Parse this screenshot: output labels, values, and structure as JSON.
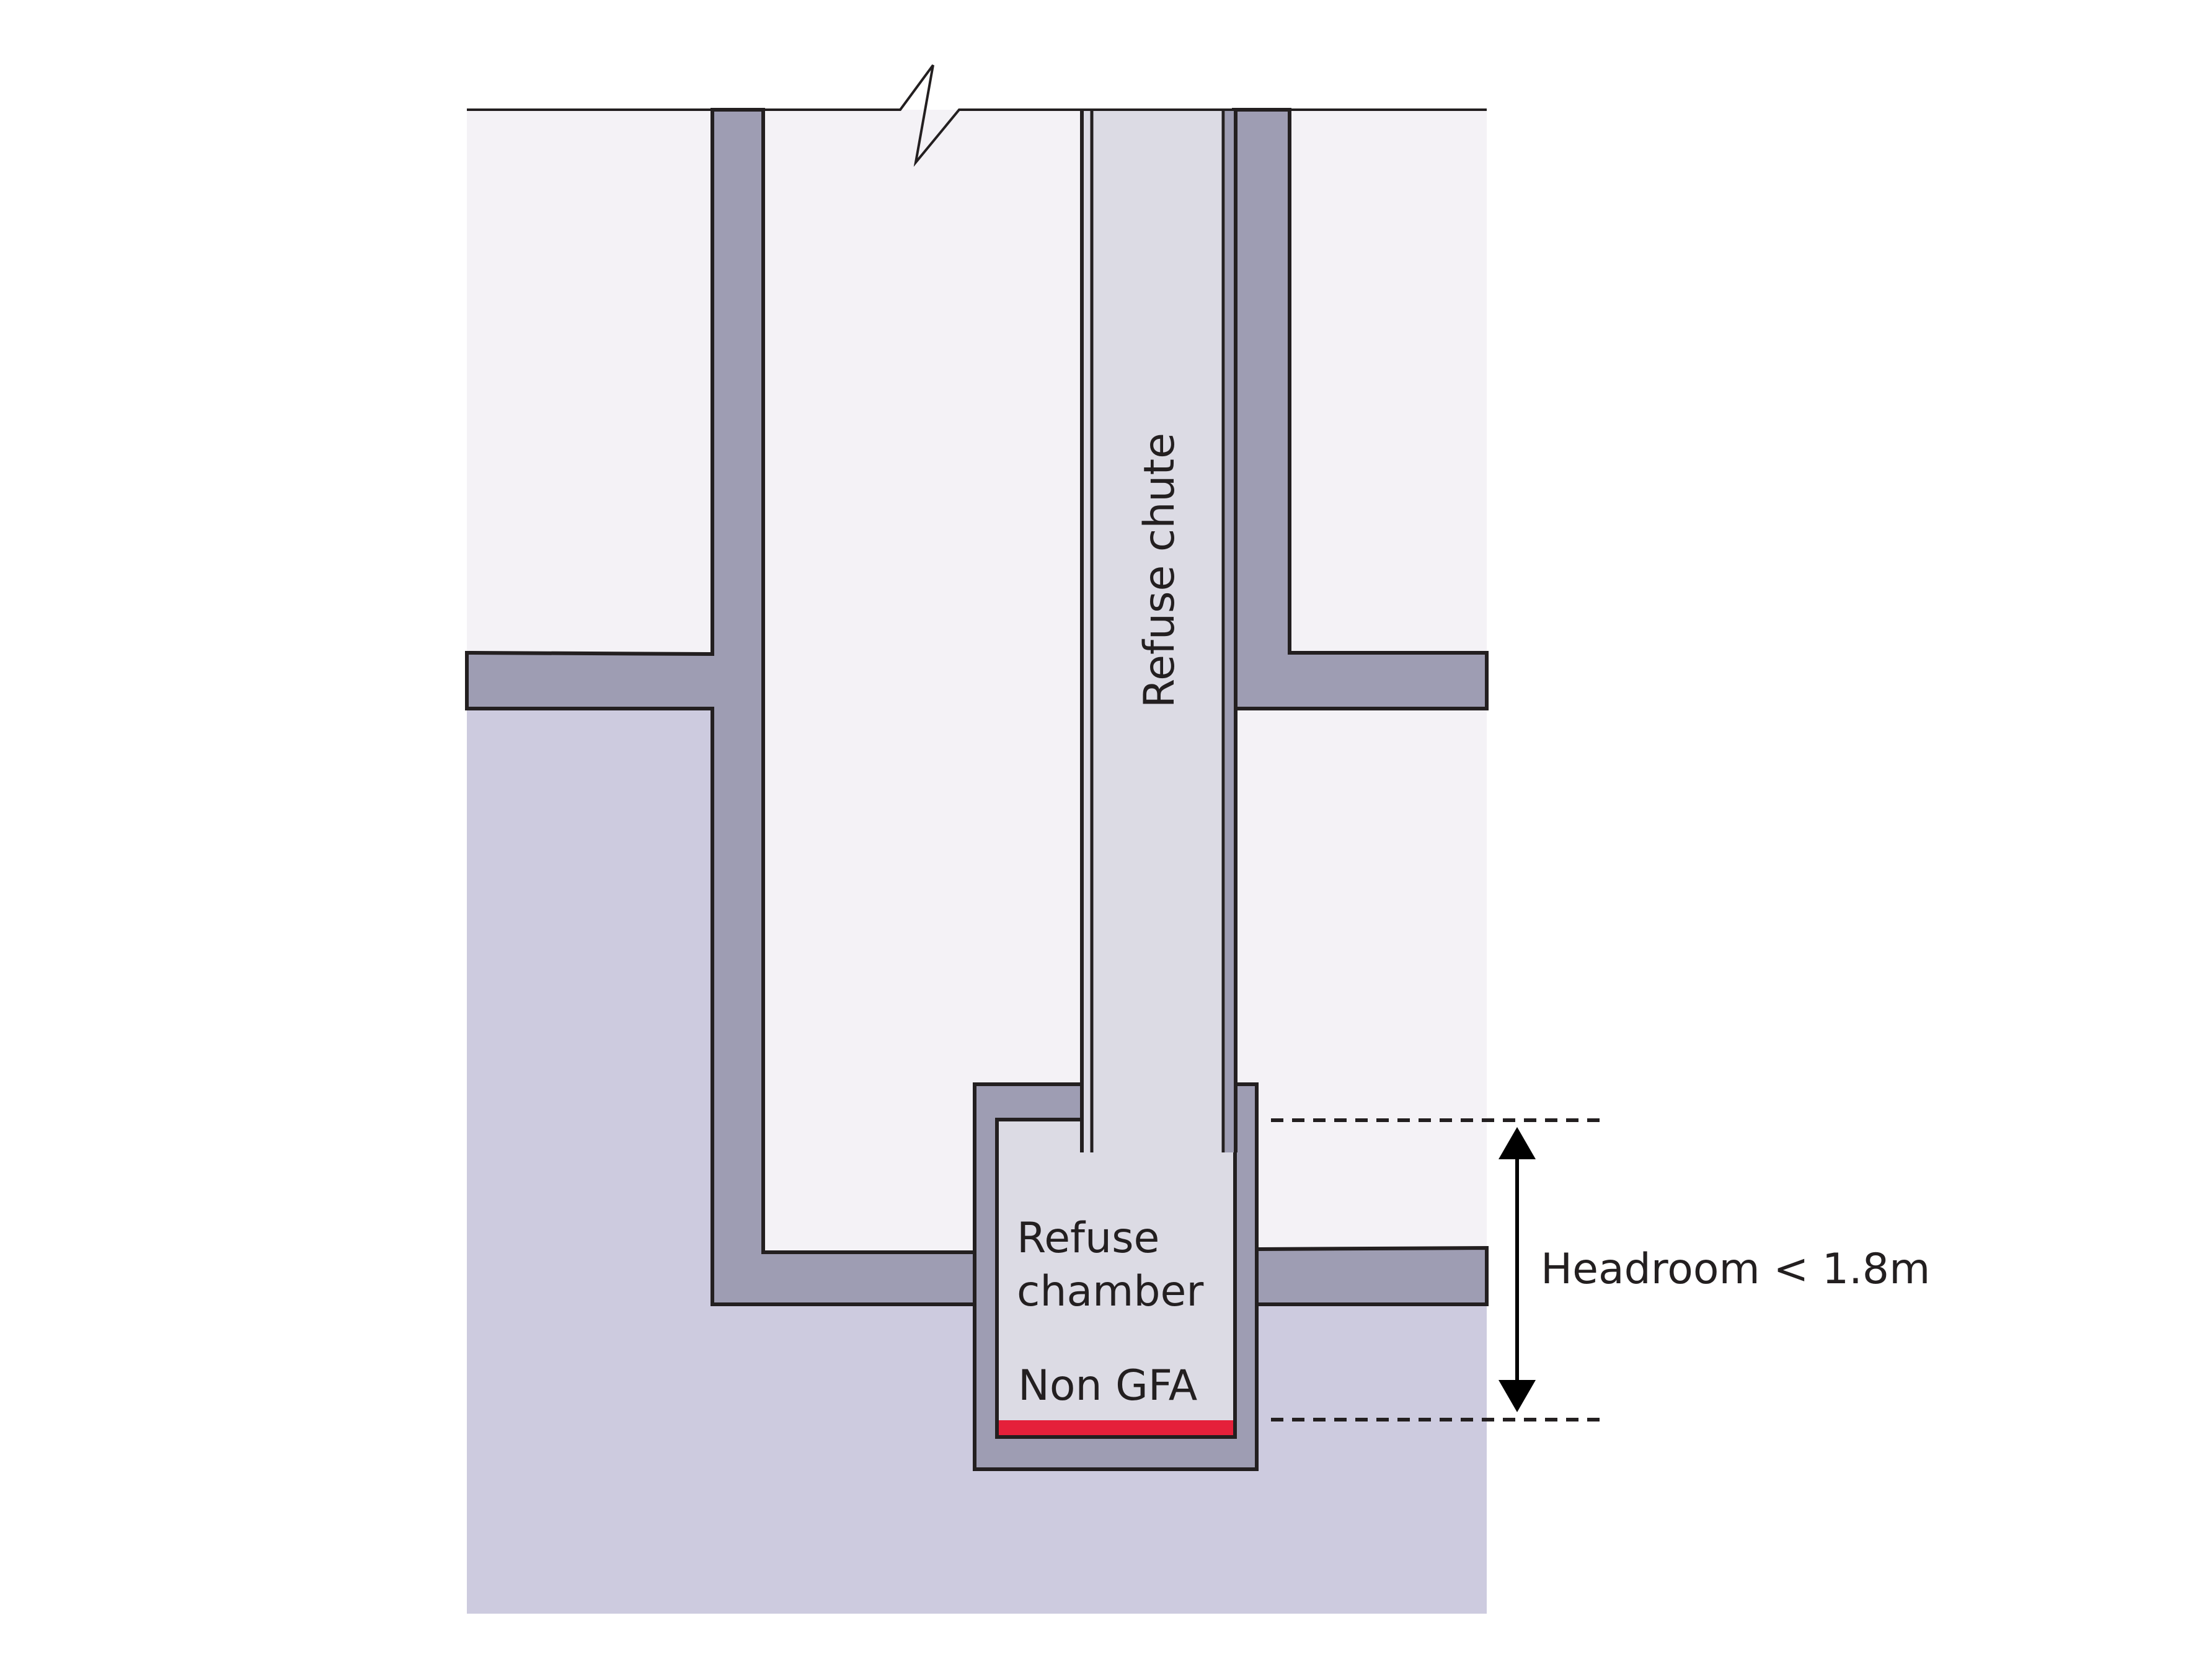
{
  "labels": {
    "refuse_chute": "Refuse chute",
    "refuse_chamber_line1": "Refuse",
    "refuse_chamber_line2": "chamber",
    "non_gfa": "Non GFA",
    "headroom": "Headroom < 1.8m"
  },
  "colors": {
    "ground": "#cdcbdf",
    "room_fill": "#f4f2f6",
    "wall": "#9e9db3",
    "chute_fill": "#dcdbe4",
    "outline": "#231f20",
    "non_gfa_marker": "#e5203a"
  }
}
